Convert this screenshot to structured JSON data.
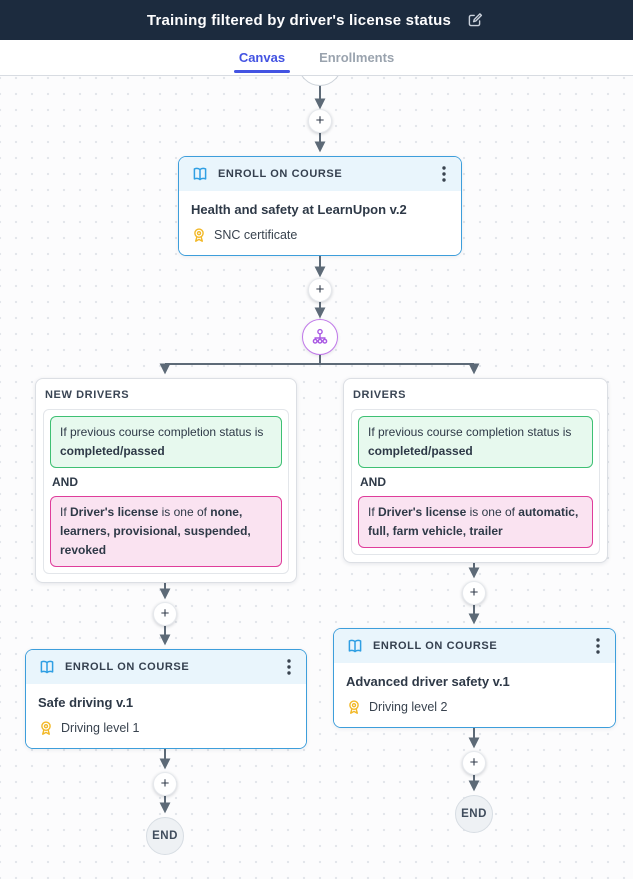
{
  "header": {
    "title": "Training filtered by driver's license status"
  },
  "tabs": {
    "canvas": "Canvas",
    "enrollments": "Enrollments"
  },
  "flow": {
    "add_step_label": "+",
    "top_course": {
      "type_label": "ENROLL ON COURSE",
      "title": "Health and safety at LearnUpon v.2",
      "certificate": "SNC certificate"
    },
    "branch_left": {
      "label": "NEW DRIVERS",
      "completion_condition": {
        "prefix": "If previous course completion status is ",
        "value": "completed/passed"
      },
      "operator": "AND",
      "license_condition": {
        "prefix": "If ",
        "field": "Driver's license",
        "infix": " is one of ",
        "value": "none, learners, provisional, suspended, revoked"
      }
    },
    "branch_right": {
      "label": "DRIVERS",
      "completion_condition": {
        "prefix": "If previous course completion status is ",
        "value": "completed/passed"
      },
      "operator": "AND",
      "license_condition": {
        "prefix": "If ",
        "field": "Driver's license",
        "infix": " is one of ",
        "value": "automatic, full, farm vehicle, trailer"
      }
    },
    "left_course": {
      "type_label": "ENROLL ON COURSE",
      "title": "Safe driving v.1",
      "certificate": "Driving level 1"
    },
    "right_course": {
      "type_label": "ENROLL ON COURSE",
      "title": "Advanced driver safety v.1",
      "certificate": "Driving level 2"
    },
    "end_left_label": "END",
    "end_right_label": "END"
  },
  "icons": {
    "edit": "edit-pencil-square-icon",
    "course": "book-open-icon",
    "menu": "kebab-menu-icon",
    "certificate": "award-ribbon-icon",
    "branch": "org-branch-icon",
    "add": "plus-icon"
  },
  "colors": {
    "header_bg": "#1C2B3E",
    "tab_active": "#4353E2",
    "course_card_accent": "#3D9EDB",
    "course_card_header_bg": "#E9F5FC",
    "completion_condition_border": "#3EC073",
    "completion_condition_bg": "#E7F9EE",
    "license_condition_border": "#DF3D9B",
    "license_condition_bg": "#FAE3F1",
    "branch_node_accent": "#B45EE6",
    "certificate_icon": "#F2B827",
    "connector": "#5D6A77"
  }
}
